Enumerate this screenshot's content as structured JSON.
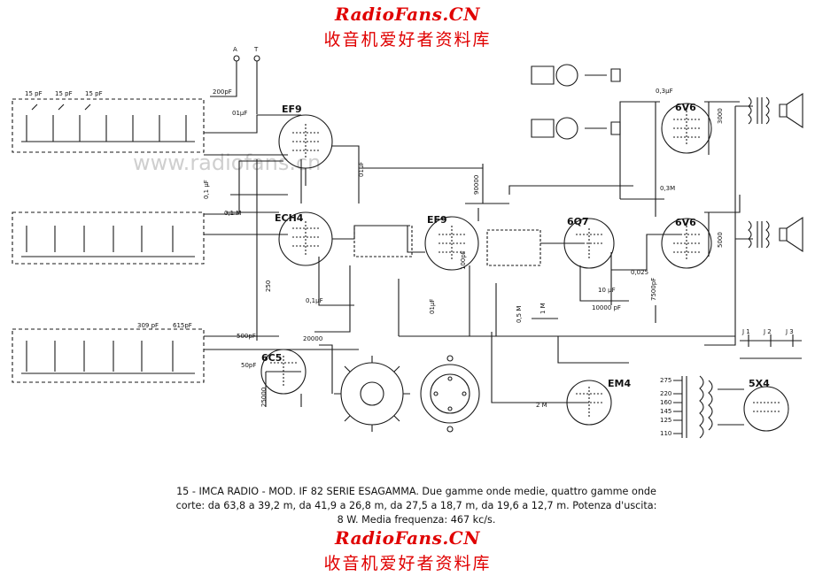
{
  "watermark": {
    "site": "RadioFans.CN",
    "subtitle": "收音机爱好者资料库",
    "faint": "www.radiofans.cn"
  },
  "tubes": {
    "t1": "EF9",
    "t2": "ECH4",
    "t3": "EF9",
    "t4": "6Q7",
    "t5": "6V6",
    "t6": "6V6",
    "t7": "6C5",
    "t8": "EM4",
    "t9": "5X4"
  },
  "terminals": {
    "antenna": "A",
    "earth": "T"
  },
  "components": {
    "c15a": "15 pF",
    "c15b": "15 pF",
    "c15c": "15 pF",
    "c200": "200pF",
    "c01a": "01µF",
    "c01b": "0,1 µF",
    "c01c": "01µF",
    "r01m": "0,1 M",
    "r250": "250",
    "c01d": "0,1µF",
    "c500": "500pF",
    "c50": "50pF",
    "r20000": "20000",
    "r25000": "25000",
    "c309": "309 pF",
    "c615": "615pF",
    "r90000": "90000",
    "c100a": "100pF",
    "c01e": "01µF",
    "r2m": "2 M",
    "c0025": "0,025",
    "c10": "10 µF",
    "c10000": "10000 pF",
    "c03": "0,3µF",
    "r03m": "0,3M",
    "c3000": "3000",
    "c5000": "5000",
    "c7500": "7500pF",
    "r05m": "0,5 M",
    "r1m": "1 M",
    "j1": "J 1",
    "j2": "J 2",
    "j3": "J 3",
    "v275": "275",
    "v220": "220",
    "v160": "160",
    "v145": "145",
    "v125": "125",
    "v110": "110"
  },
  "caption": {
    "line1": "15 - IMCA RADIO - MOD. IF 82 SERIE ESAGAMMA. Due gamme onde medie, quattro gamme onde",
    "line2": "corte: da 63,8 a 39,2 m, da 41,9 a 26,8 m, da 27,5 a 18,7 m, da 19,6 a 12,7 m. Potenza d'uscita:",
    "line3": "8 W. Media frequenza: 467 kc/s."
  }
}
